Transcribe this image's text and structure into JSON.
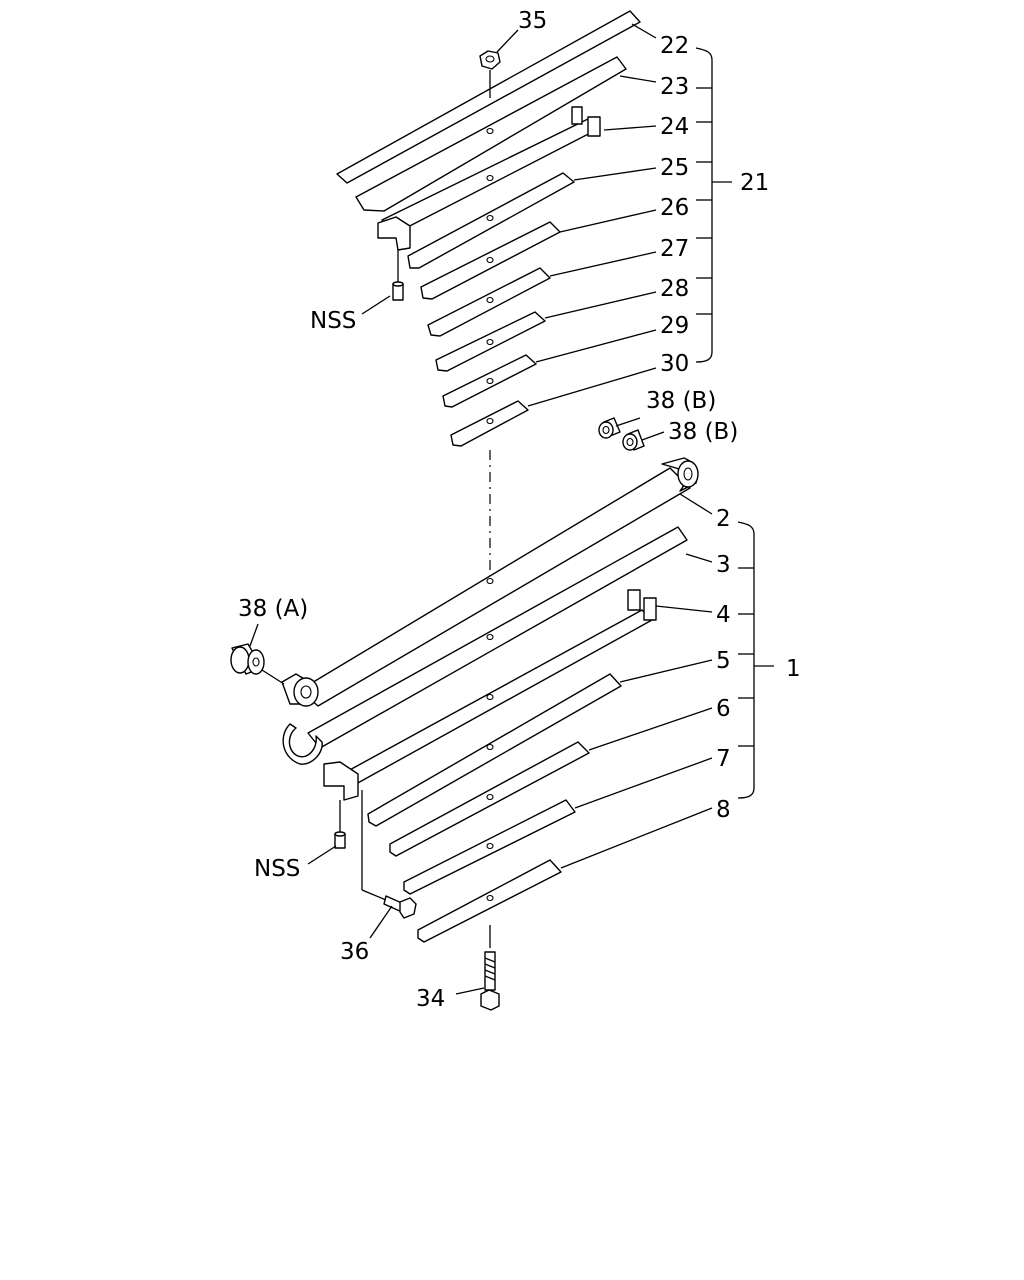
{
  "callouts": {
    "p35": "35",
    "p22": "22",
    "p23": "23",
    "p24": "24",
    "p25": "25",
    "p26": "26",
    "p27": "27",
    "p28": "28",
    "p29": "29",
    "p30": "30",
    "p21": "21",
    "nss_upper": "NSS",
    "p38b_1": "38 (B)",
    "p38b_2": "38 (B)",
    "p2": "2",
    "p3": "3",
    "p4": "4",
    "p5": "5",
    "p6": "6",
    "p7": "7",
    "p8": "8",
    "p1": "1",
    "p38a": "38 (A)",
    "nss_lower": "NSS",
    "p36": "36",
    "p34": "34"
  }
}
